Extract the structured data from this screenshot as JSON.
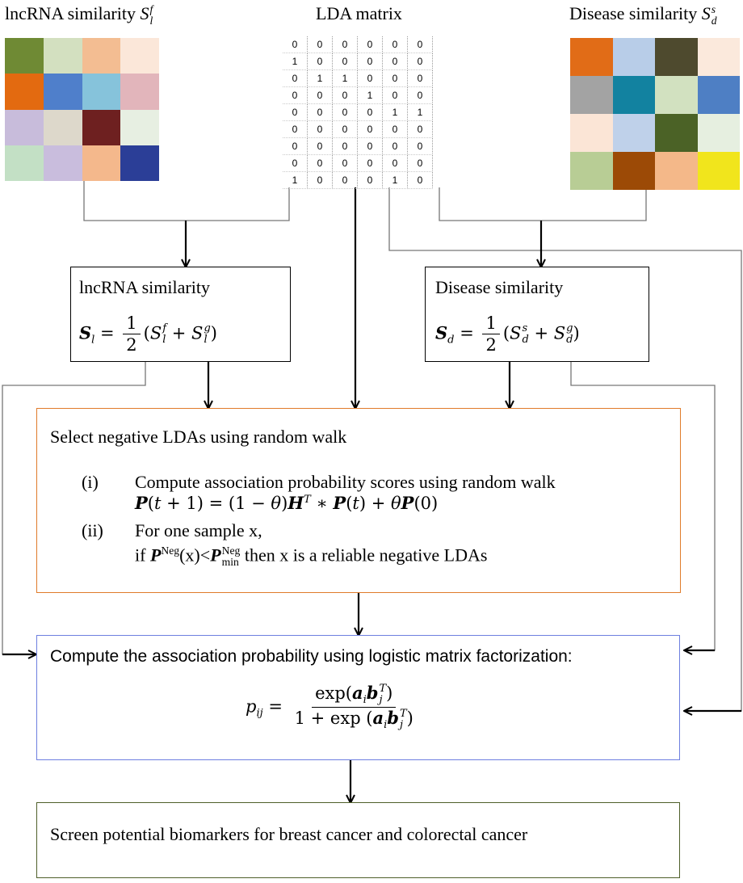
{
  "lncrna_panel": {
    "title_text": "lncRNA similarity ",
    "title_sym": "S",
    "title_sup": "f",
    "title_sub": "l",
    "colors": [
      "#6f8a34",
      "#d3e0c0",
      "#f3bd92",
      "#fbe7d9",
      "#e36a10",
      "#4f7fcb",
      "#86c3db",
      "#e2b5bb",
      "#c8bcdb",
      "#ddd8cb",
      "#6e2020",
      "#e7efe2",
      "#c3e0c5",
      "#c9bddd",
      "#f4b88c",
      "#2b3e97"
    ]
  },
  "lda_panel": {
    "title": "LDA matrix",
    "rows": [
      [
        "0",
        "0",
        "0",
        "0",
        "0",
        "0"
      ],
      [
        "1",
        "0",
        "0",
        "0",
        "0",
        "0"
      ],
      [
        "0",
        "1",
        "1",
        "0",
        "0",
        "0"
      ],
      [
        "0",
        "0",
        "0",
        "1",
        "0",
        "0"
      ],
      [
        "0",
        "0",
        "0",
        "0",
        "1",
        "1"
      ],
      [
        "0",
        "0",
        "0",
        "0",
        "0",
        "0"
      ],
      [
        "0",
        "0",
        "0",
        "0",
        "0",
        "0"
      ],
      [
        "0",
        "0",
        "0",
        "0",
        "0",
        "0"
      ],
      [
        "1",
        "0",
        "0",
        "0",
        "1",
        "0"
      ]
    ]
  },
  "disease_panel": {
    "title_text": "Disease similarity ",
    "title_sym": "S",
    "title_sup": "s",
    "title_sub": "d",
    "colors": [
      "#e16c17",
      "#b8cde8",
      "#4e4a2e",
      "#fbe9dc",
      "#a3a3a3",
      "#1282a0",
      "#d2e1c0",
      "#4e7fc4",
      "#fbe5d6",
      "#bfd1ea",
      "#4b6226",
      "#e6efe0",
      "#b8cd95",
      "#9c4a06",
      "#f4b889",
      "#f1e51c"
    ]
  },
  "lncrna_box": {
    "heading": "lncRNA similarity",
    "lhs": "S",
    "lhs_sub": "l",
    "frac_num": "1",
    "frac_den": "2",
    "t1": "S",
    "t1_sup": "f",
    "t1_sub": "l",
    "t2": "S",
    "t2_sup": "g",
    "t2_sub": "l"
  },
  "disease_box": {
    "heading": "Disease similarity",
    "lhs": "S",
    "lhs_sub": "d",
    "frac_num": "1",
    "frac_den": "2",
    "t1": "S",
    "t1_sup": "s",
    "t1_sub": "d",
    "t2": "S",
    "t2_sup": "g",
    "t2_sub": "d"
  },
  "negative_box": {
    "heading": "Select negative LDAs using random walk",
    "step1_label": "(i)",
    "step1_text": "Compute association probability scores using random walk",
    "step2_label": "(ii)",
    "step2_text": "For one sample x,",
    "if_word": "if",
    "neg": "Neg",
    "x_arg": "(x)",
    "min": "min",
    "then_text": " then x is a reliable negative LDAs"
  },
  "lmf_box": {
    "heading": "Compute the association probability using logistic matrix factorization:",
    "lhs": "p",
    "lhs_sub": "ij",
    "num": "exp(",
    "den_prefix": "1 + exp (",
    "vec_a": "a",
    "sub_i": "i",
    "vec_b": "b",
    "sub_j": "j",
    "sup_T": "T",
    "close": ")"
  },
  "final_box": {
    "text": "Screen potential biomarkers for breast cancer and colorectal cancer"
  }
}
